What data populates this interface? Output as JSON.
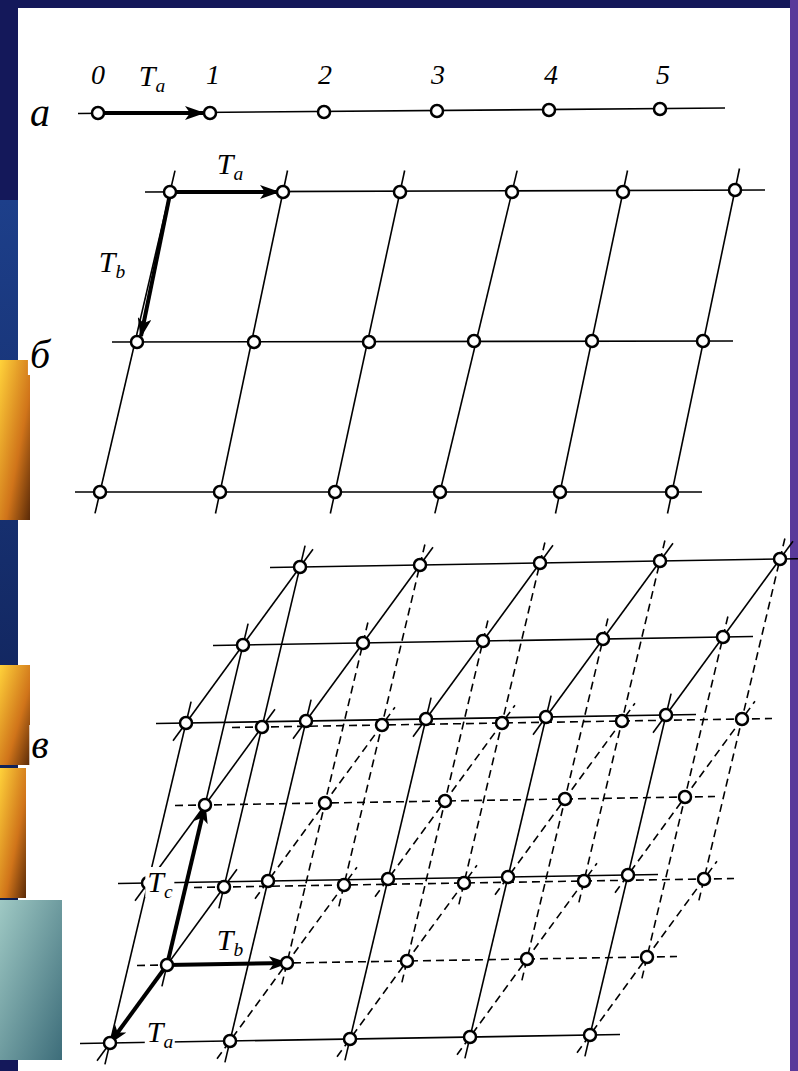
{
  "diagram": {
    "labels": [
      "а",
      "0",
      "Ta",
      "1",
      "2",
      "3",
      "4",
      "5",
      "б",
      "Ta",
      "Tb",
      "в",
      "Tc",
      "Tb",
      "Ta"
    ]
  }
}
